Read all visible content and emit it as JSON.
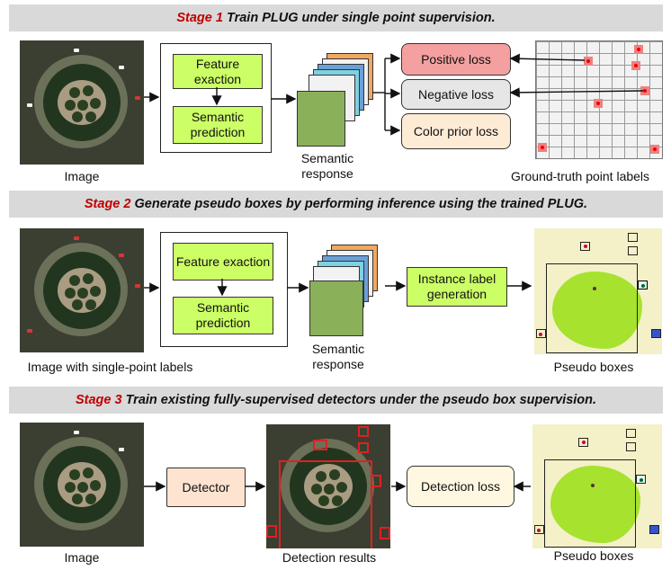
{
  "stage1": {
    "num": "Stage 1",
    "text": " Train PLUG under single point supervision."
  },
  "stage2": {
    "num": "Stage 2",
    "text": " Generate pseudo boxes by performing inference using the trained PLUG."
  },
  "stage3": {
    "num": "Stage 3",
    "text": " Train existing fully-supervised detectors under the pseudo box supervision."
  },
  "row1": {
    "image_caption": "Image",
    "feature_exaction": "Feature exaction",
    "semantic_prediction": "Semantic prediction",
    "semantic_response": "Semantic response",
    "positive_loss": "Positive loss",
    "negative_loss": "Negative loss",
    "color_prior_loss": "Color prior loss",
    "gt_caption": "Ground-truth point labels"
  },
  "row2": {
    "image_caption": "Image with single-point labels",
    "feature_exaction": "Feature exaction",
    "semantic_prediction": "Semantic prediction",
    "semantic_response": "Semantic response",
    "instance_label": "Instance label generation",
    "pseudo_caption": "Pseudo boxes"
  },
  "row3": {
    "image_caption": "Image",
    "detector": "Detector",
    "results_caption": "Detection results",
    "detection_loss": "Detection loss",
    "pseudo_caption": "Pseudo boxes"
  },
  "colors": {
    "stage_num": "#c00000",
    "green_box": "#ccff66",
    "positive": "#f4a0a0",
    "negative": "#e6e6e6",
    "color_prior": "#fdebd6",
    "instance": "#ccff66",
    "detector": "#fde3d0",
    "detection_loss": "#fff7e0"
  },
  "icons": [
    "arrow-right",
    "arrow-down"
  ]
}
